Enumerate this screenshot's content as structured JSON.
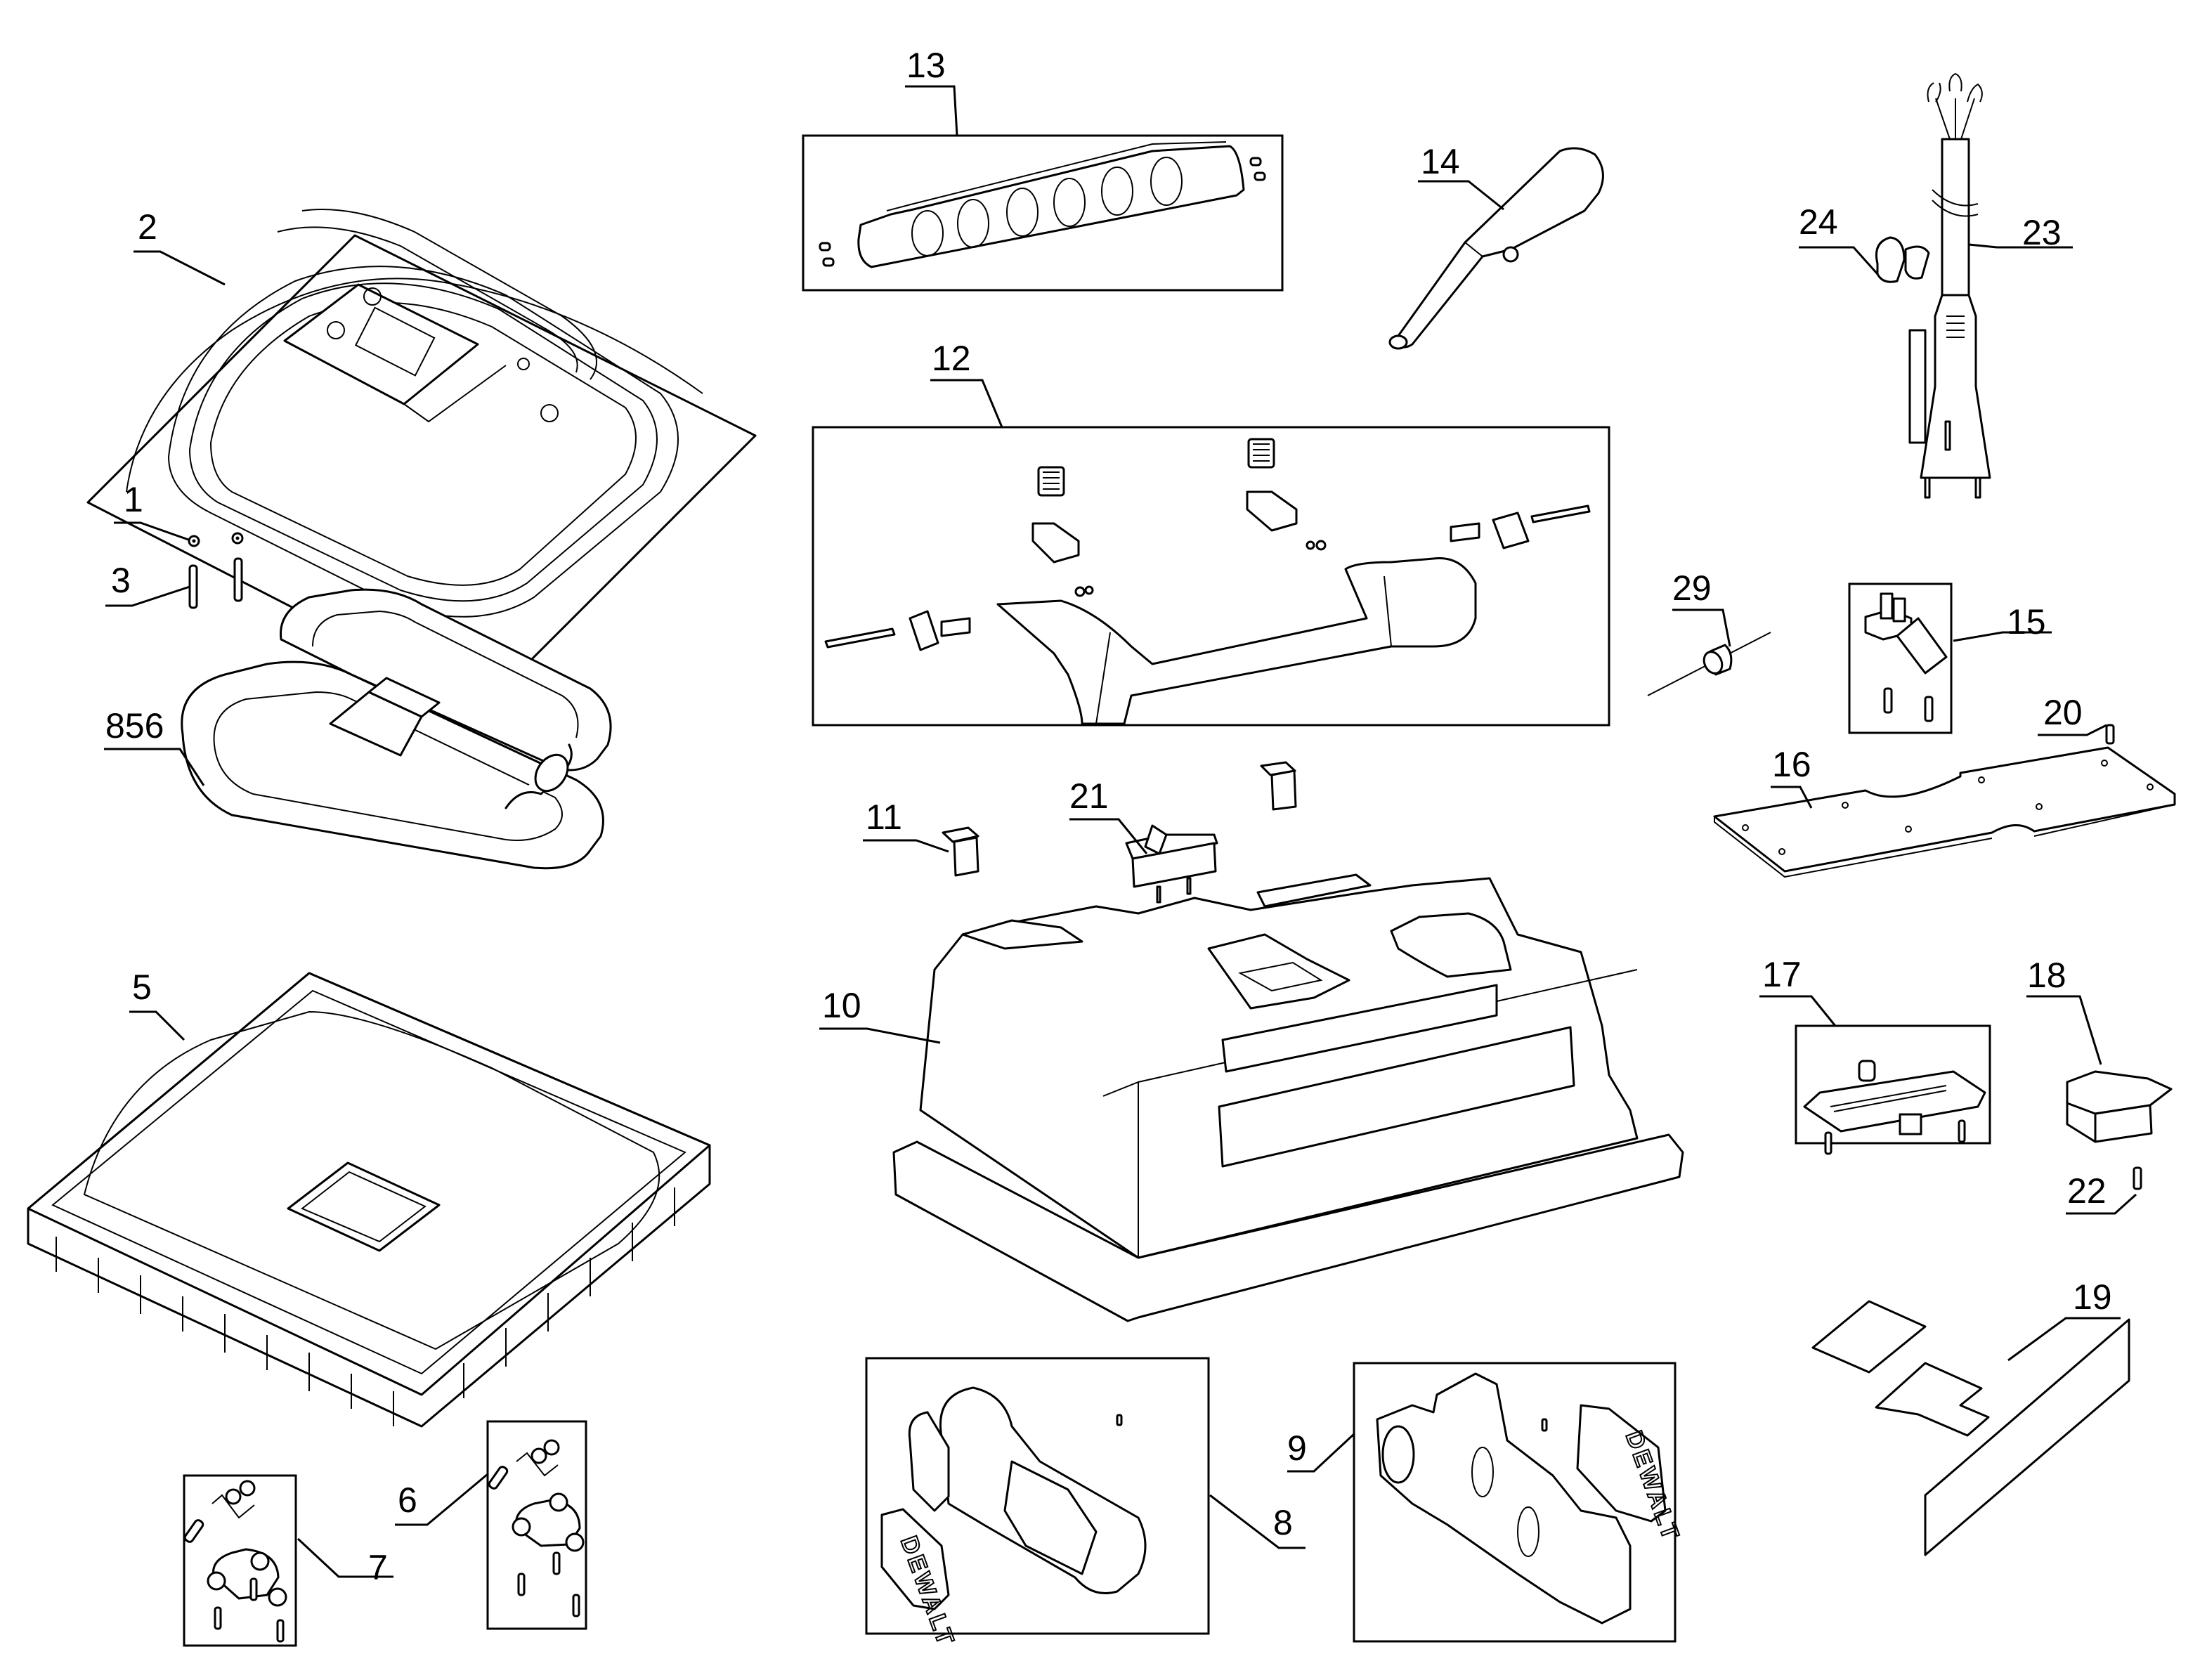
{
  "diagram": {
    "type": "exploded-parts-diagram",
    "callouts": [
      {
        "id": "1",
        "label": "1",
        "part": "washer"
      },
      {
        "id": "2",
        "label": "2",
        "part": "reflector-housing"
      },
      {
        "id": "3",
        "label": "3",
        "part": "screw"
      },
      {
        "id": "5",
        "label": "5",
        "part": "lens-frame"
      },
      {
        "id": "6",
        "label": "6",
        "part": "latch-kit-right"
      },
      {
        "id": "7",
        "label": "7",
        "part": "latch-kit-left"
      },
      {
        "id": "8",
        "label": "8",
        "part": "side-cover-left"
      },
      {
        "id": "9",
        "label": "9",
        "part": "side-cover-right"
      },
      {
        "id": "10",
        "label": "10",
        "part": "main-housing"
      },
      {
        "id": "11",
        "label": "11",
        "part": "outlet"
      },
      {
        "id": "12",
        "label": "12",
        "part": "handle-assembly"
      },
      {
        "id": "13",
        "label": "13",
        "part": "grip-handle"
      },
      {
        "id": "14",
        "label": "14",
        "part": "stand-leg"
      },
      {
        "id": "15",
        "label": "15",
        "part": "switch-bracket-kit"
      },
      {
        "id": "16",
        "label": "16",
        "part": "mounting-plate"
      },
      {
        "id": "17",
        "label": "17",
        "part": "lamp-socket-kit"
      },
      {
        "id": "18",
        "label": "18",
        "part": "terminal-block"
      },
      {
        "id": "19",
        "label": "19",
        "part": "label-set"
      },
      {
        "id": "20",
        "label": "20",
        "part": "screw"
      },
      {
        "id": "21",
        "label": "21",
        "part": "rocker-switch"
      },
      {
        "id": "22",
        "label": "22",
        "part": "screw"
      },
      {
        "id": "23",
        "label": "23",
        "part": "power-cord"
      },
      {
        "id": "24",
        "label": "24",
        "part": "cord-clamp"
      },
      {
        "id": "29",
        "label": "29",
        "part": "ferrite-core"
      },
      {
        "id": "856",
        "label": "856",
        "part": "2d-fluorescent-lamp"
      }
    ],
    "badges": {
      "left_badge": "DEWALT",
      "right_badge": "DEWALT"
    }
  }
}
